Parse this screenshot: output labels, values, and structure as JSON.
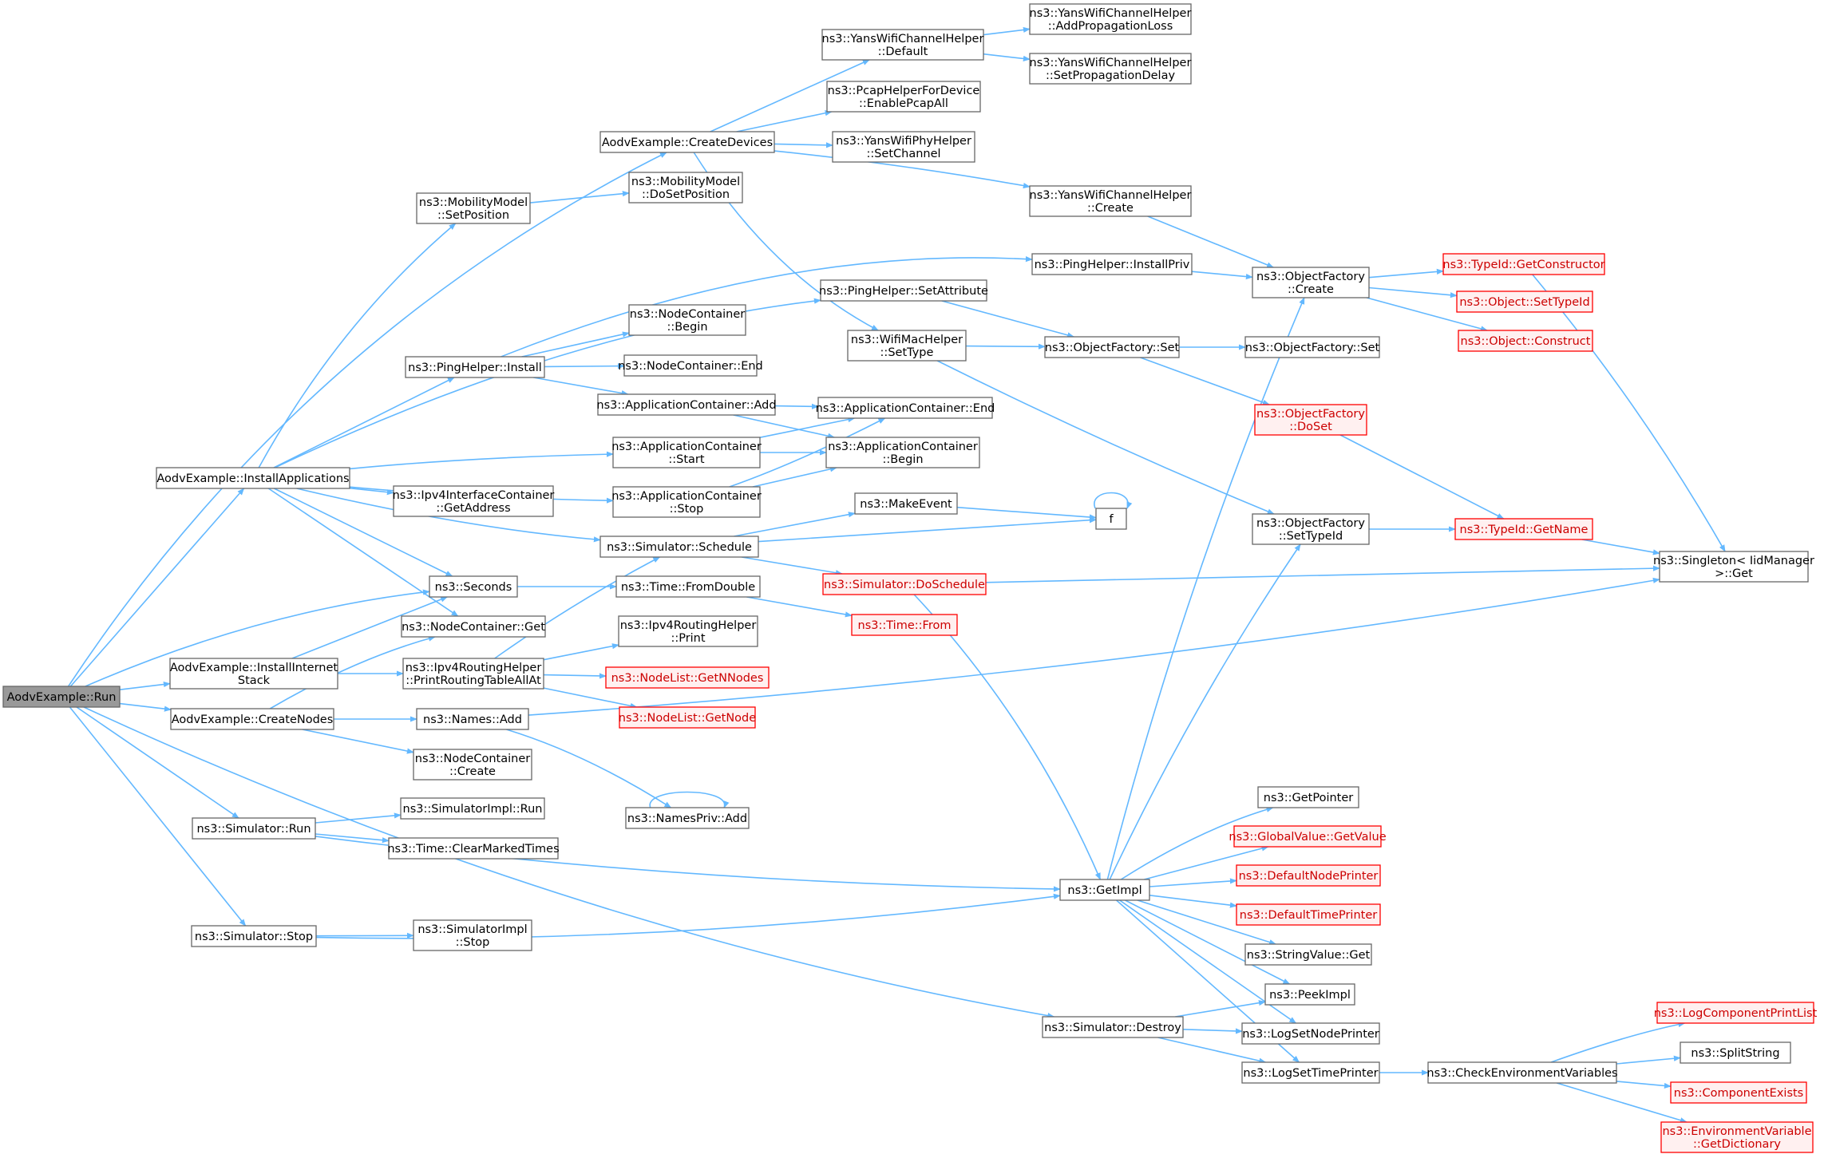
{
  "diagram": {
    "colors": {
      "edge": "#63b8ff",
      "node_border": "#666666",
      "root_fill": "#999999",
      "missing_border": "#ff0000",
      "missing_fill": "#fff0f0"
    },
    "nodes": [
      {
        "id": "n_run",
        "lines": [
          "AodvExample::Run"
        ],
        "style": "root"
      },
      {
        "id": "n_createdevices",
        "lines": [
          "AodvExample::CreateDevices"
        ]
      },
      {
        "id": "n_installapps",
        "lines": [
          "AodvExample::InstallApplications"
        ]
      },
      {
        "id": "n_installinternet",
        "lines": [
          "AodvExample::InstallInternet",
          "Stack"
        ]
      },
      {
        "id": "n_createnodes",
        "lines": [
          "AodvExample::CreateNodes"
        ]
      },
      {
        "id": "n_simrun",
        "lines": [
          "ns3::Simulator::Run"
        ]
      },
      {
        "id": "n_simstop",
        "lines": [
          "ns3::Simulator::Stop"
        ]
      },
      {
        "id": "n_simdestroy",
        "lines": [
          "ns3::Simulator::Destroy"
        ]
      },
      {
        "id": "n_yansdefault",
        "lines": [
          "ns3::YansWifiChannelHelper",
          "::Default"
        ]
      },
      {
        "id": "n_yansaddloss",
        "lines": [
          "ns3::YansWifiChannelHelper",
          "::AddPropagationLoss"
        ]
      },
      {
        "id": "n_yanssetdelay",
        "lines": [
          "ns3::YansWifiChannelHelper",
          "::SetPropagationDelay"
        ]
      },
      {
        "id": "n_pcap",
        "lines": [
          "ns3::PcapHelperForDevice",
          "::EnablePcapAll"
        ]
      },
      {
        "id": "n_yansphy",
        "lines": [
          "ns3::YansWifiPhyHelper",
          "::SetChannel"
        ]
      },
      {
        "id": "n_yanscreate",
        "lines": [
          "ns3::YansWifiChannelHelper",
          "::Create"
        ]
      },
      {
        "id": "n_mobsetpos",
        "lines": [
          "ns3::MobilityModel",
          "::SetPosition"
        ]
      },
      {
        "id": "n_mobdosetpos",
        "lines": [
          "ns3::MobilityModel",
          "::DoSetPosition"
        ]
      },
      {
        "id": "n_pinginstallpriv",
        "lines": [
          "ns3::PingHelper::InstallPriv"
        ]
      },
      {
        "id": "n_pingsetattr",
        "lines": [
          "ns3::PingHelper::SetAttribute"
        ]
      },
      {
        "id": "n_ofcreate",
        "lines": [
          "ns3::ObjectFactory",
          "::Create"
        ]
      },
      {
        "id": "n_typeidgetctor",
        "lines": [
          "ns3::TypeId::GetConstructor"
        ],
        "style": "red"
      },
      {
        "id": "n_objsettypeid",
        "lines": [
          "ns3::Object::SetTypeId"
        ],
        "style": "red"
      },
      {
        "id": "n_objconstruct",
        "lines": [
          "ns3::Object::Construct"
        ],
        "style": "red"
      },
      {
        "id": "n_ncbegin",
        "lines": [
          "ns3::NodeContainer",
          "::Begin"
        ]
      },
      {
        "id": "n_wifimacsettype",
        "lines": [
          "ns3::WifiMacHelper",
          "::SetType"
        ]
      },
      {
        "id": "n_ofset",
        "lines": [
          "ns3::ObjectFactory::Set"
        ]
      },
      {
        "id": "n_ofset2",
        "lines": [
          "ns3::ObjectFactory::Set"
        ]
      },
      {
        "id": "n_pinginstall",
        "lines": [
          "ns3::PingHelper::Install"
        ]
      },
      {
        "id": "n_ncend",
        "lines": [
          "ns3::NodeContainer::End"
        ]
      },
      {
        "id": "n_appadd",
        "lines": [
          "ns3::ApplicationContainer::Add"
        ]
      },
      {
        "id": "n_append",
        "lines": [
          "ns3::ApplicationContainer::End"
        ]
      },
      {
        "id": "n_ofdoset",
        "lines": [
          "ns3::ObjectFactory",
          "::DoSet"
        ],
        "style": "red"
      },
      {
        "id": "n_appstart",
        "lines": [
          "ns3::ApplicationContainer",
          "::Start"
        ]
      },
      {
        "id": "n_appbegin",
        "lines": [
          "ns3::ApplicationContainer",
          "::Begin"
        ]
      },
      {
        "id": "n_ipv4getaddr",
        "lines": [
          "ns3::Ipv4InterfaceContainer",
          "::GetAddress"
        ]
      },
      {
        "id": "n_appstop",
        "lines": [
          "ns3::ApplicationContainer",
          "::Stop"
        ]
      },
      {
        "id": "n_makeevent",
        "lines": [
          "ns3::MakeEvent"
        ]
      },
      {
        "id": "n_f",
        "lines": [
          "f"
        ]
      },
      {
        "id": "n_ofsettypeid",
        "lines": [
          "ns3::ObjectFactory",
          "::SetTypeId"
        ]
      },
      {
        "id": "n_typeidgetname",
        "lines": [
          "ns3::TypeId::GetName"
        ],
        "style": "red"
      },
      {
        "id": "n_simschedule",
        "lines": [
          "ns3::Simulator::Schedule"
        ]
      },
      {
        "id": "n_seconds",
        "lines": [
          "ns3::Seconds"
        ]
      },
      {
        "id": "n_timefromdouble",
        "lines": [
          "ns3::Time::FromDouble"
        ]
      },
      {
        "id": "n_simdoschedule",
        "lines": [
          "ns3::Simulator::DoSchedule"
        ],
        "style": "red"
      },
      {
        "id": "n_singleton",
        "lines": [
          "ns3::Singleton< IidManager",
          " >::Get"
        ]
      },
      {
        "id": "n_ncget",
        "lines": [
          "ns3::NodeContainer::Get"
        ]
      },
      {
        "id": "n_timefrom",
        "lines": [
          "ns3::Time::From"
        ],
        "style": "red"
      },
      {
        "id": "n_ipv4rhprint",
        "lines": [
          "ns3::Ipv4RoutingHelper",
          "::Print"
        ]
      },
      {
        "id": "n_ipv4rhprintall",
        "lines": [
          "ns3::Ipv4RoutingHelper",
          "::PrintRoutingTableAllAt"
        ]
      },
      {
        "id": "n_nlgetnnodes",
        "lines": [
          "ns3::NodeList::GetNNodes"
        ],
        "style": "red"
      },
      {
        "id": "n_nlgetnode",
        "lines": [
          "ns3::NodeList::GetNode"
        ],
        "style": "red"
      },
      {
        "id": "n_namesadd",
        "lines": [
          "ns3::Names::Add"
        ]
      },
      {
        "id": "n_nccreate",
        "lines": [
          "ns3::NodeContainer",
          "::Create"
        ]
      },
      {
        "id": "n_simimplrun",
        "lines": [
          "ns3::SimulatorImpl::Run"
        ]
      },
      {
        "id": "n_namesprivadd",
        "lines": [
          "ns3::NamesPriv::Add"
        ]
      },
      {
        "id": "n_getpointer",
        "lines": [
          "ns3::GetPointer"
        ]
      },
      {
        "id": "n_clearmarked",
        "lines": [
          "ns3::Time::ClearMarkedTimes"
        ]
      },
      {
        "id": "n_globalvalue",
        "lines": [
          "ns3::GlobalValue::GetValue"
        ],
        "style": "red"
      },
      {
        "id": "n_defaultnodeprinter",
        "lines": [
          "ns3::DefaultNodePrinter"
        ],
        "style": "red"
      },
      {
        "id": "n_getimpl",
        "lines": [
          "ns3::GetImpl"
        ]
      },
      {
        "id": "n_defaulttimeprinter",
        "lines": [
          "ns3::DefaultTimePrinter"
        ],
        "style": "red"
      },
      {
        "id": "n_simimplstop",
        "lines": [
          "ns3::SimulatorImpl",
          "::Stop"
        ]
      },
      {
        "id": "n_stringvalueget",
        "lines": [
          "ns3::StringValue::Get"
        ]
      },
      {
        "id": "n_peekimpl",
        "lines": [
          "ns3::PeekImpl"
        ]
      },
      {
        "id": "n_logsetnodeprinter",
        "lines": [
          "ns3::LogSetNodePrinter"
        ]
      },
      {
        "id": "n_logcomponentprintlist",
        "lines": [
          "ns3::LogComponentPrintList"
        ],
        "style": "red"
      },
      {
        "id": "n_splitstring",
        "lines": [
          "ns3::SplitString"
        ]
      },
      {
        "id": "n_logsettimeprinter",
        "lines": [
          "ns3::LogSetTimePrinter"
        ]
      },
      {
        "id": "n_checkenv",
        "lines": [
          "ns3::CheckEnvironmentVariables"
        ]
      },
      {
        "id": "n_componentexists",
        "lines": [
          "ns3::ComponentExists"
        ],
        "style": "red"
      },
      {
        "id": "n_envvar",
        "lines": [
          "ns3::EnvironmentVariable",
          "::GetDictionary"
        ],
        "style": "red"
      }
    ]
  }
}
